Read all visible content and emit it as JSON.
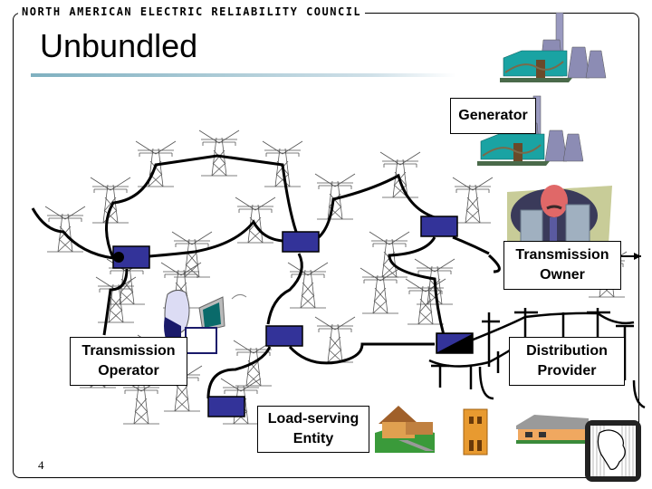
{
  "header": {
    "organization": "North American Electric Reliability Council",
    "title": "Unbundled"
  },
  "labels": {
    "generator": "Generator",
    "transmission_owner": "Transmission Owner",
    "transmission_operator": "Transmission Operator",
    "distribution_provider": "Distribution Provider",
    "load_serving_entity": "Load-serving Entity"
  },
  "icons": [
    "power-plant-icon",
    "power-plant-icon",
    "businessman-icon",
    "operator-at-computer-icon",
    "transmission-tower-icon",
    "substation-icon",
    "house-icon",
    "townhouse-icon",
    "ranch-house-icon",
    "nerc-map-logo-icon"
  ],
  "colors": {
    "substation": "#333399",
    "rule_start": "#7fb0c0",
    "plant_teal": "#1aa3a3",
    "plant_stack": "#8c8cb4"
  },
  "footer": {
    "page_number": "4"
  }
}
